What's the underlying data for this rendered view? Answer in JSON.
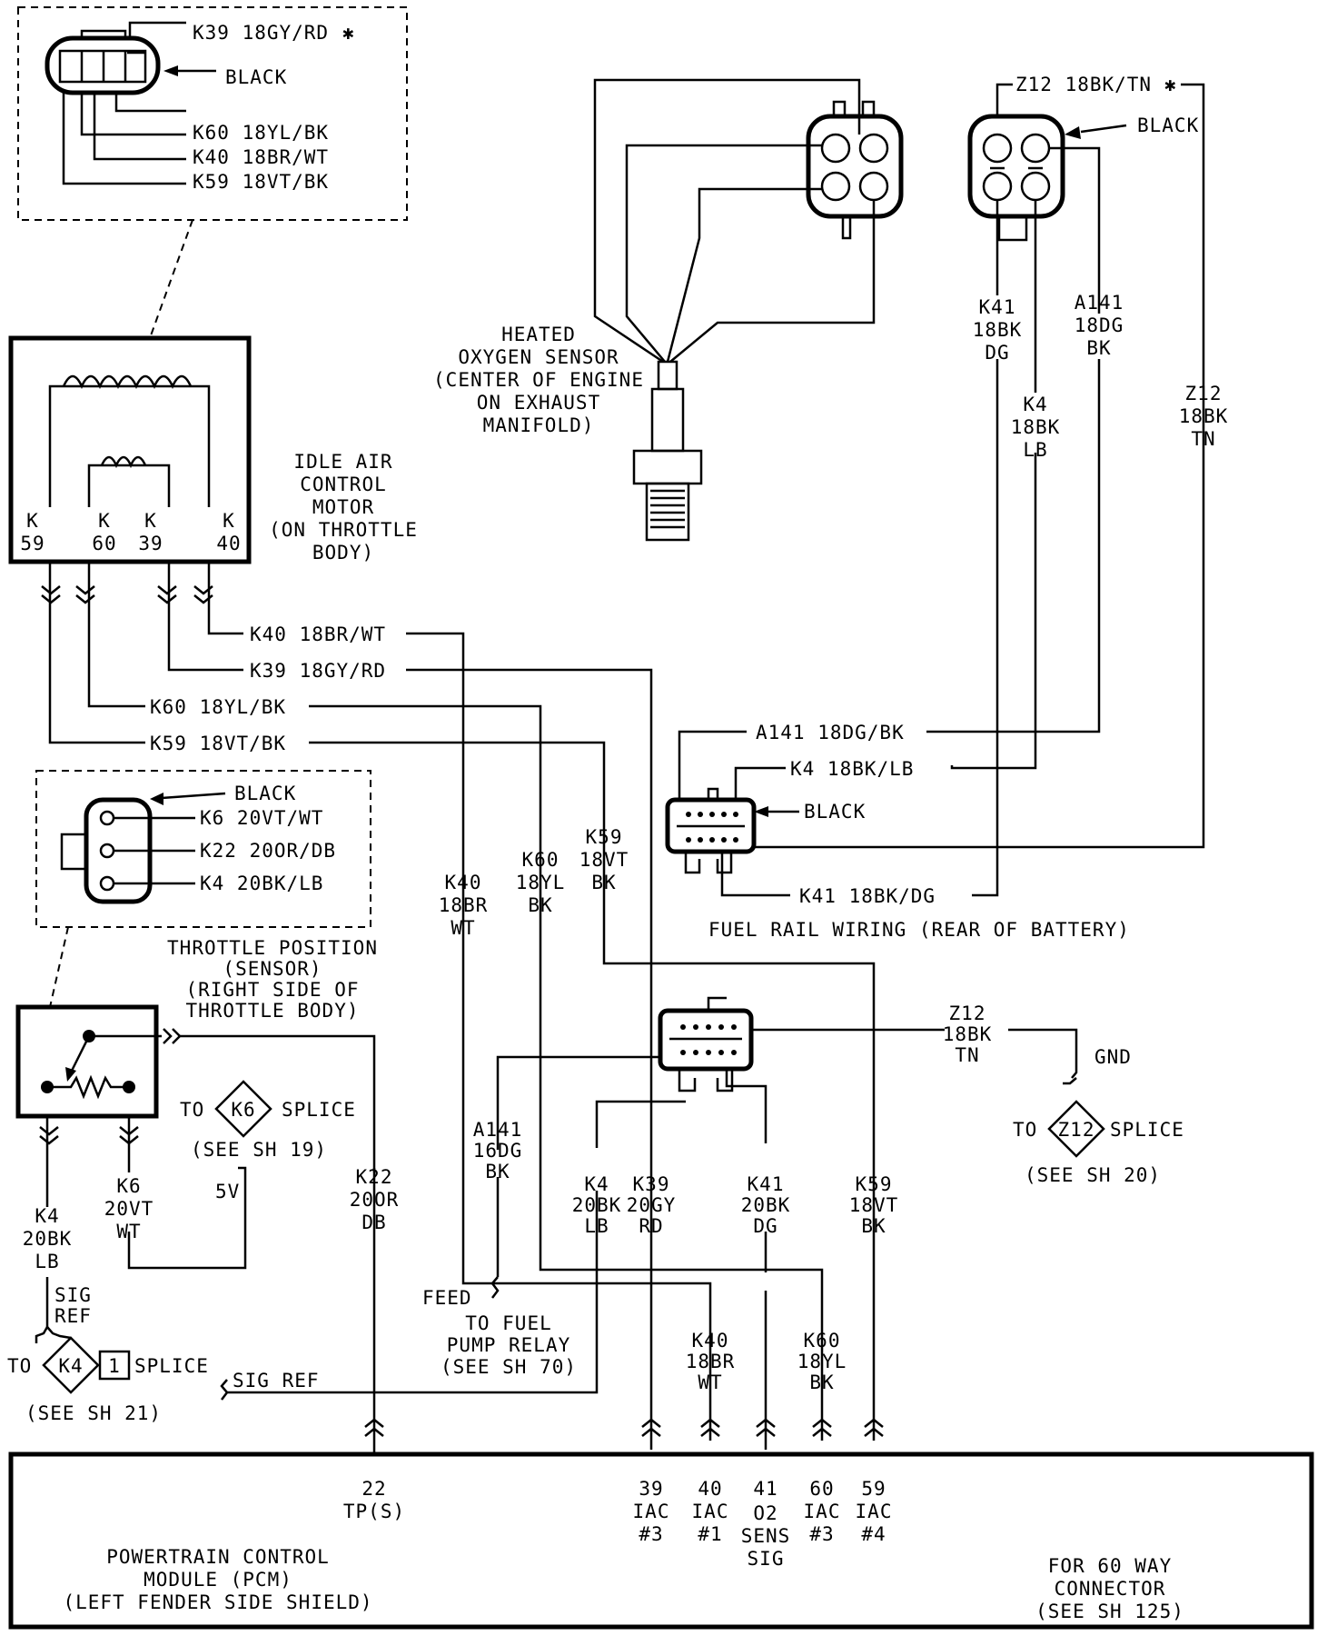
{
  "top_connector": {
    "k39": "K39 18GY/RD",
    "color": "BLACK",
    "k60": "K60 18YL/BK",
    "k40": "K40 18BR/WT",
    "k59": "K59 18VT/BK"
  },
  "iac_motor": {
    "pins": [
      "K",
      "59",
      "K",
      "60",
      "K",
      "39",
      "K",
      "40"
    ],
    "label": [
      "IDLE AIR",
      "CONTROL",
      "MOTOR",
      "(ON THROTTLE",
      "BODY)"
    ]
  },
  "o2_sensor": {
    "label": [
      "HEATED",
      "OXYGEN SENSOR",
      "(CENTER OF ENGINE",
      "ON EXHAUST",
      "MANIFOLD)"
    ]
  },
  "fuel_rail_connector": {
    "z12": "Z12 18BK/TN",
    "color": "BLACK",
    "k41": [
      "K41",
      "18BK",
      "DG"
    ],
    "a141": [
      "A141",
      "18DG",
      "BK"
    ],
    "k4": [
      "K4",
      "18BK",
      "LB"
    ],
    "z12_v": [
      "Z12",
      "18BK",
      "TN"
    ]
  },
  "iac_wires": {
    "k40": "K40 18BR/WT",
    "k39": "K39 18GY/RD",
    "k60": "K60 18YL/BK",
    "k59": "K59 18VT/BK"
  },
  "fuel_rail": {
    "a141": "A141 18DG/BK",
    "k4": "K4 18BK/LB",
    "color": "BLACK",
    "k41": "K41 18BK/DG",
    "caption": "FUEL RAIL WIRING (REAR OF BATTERY)"
  },
  "tps_connector": {
    "color": "BLACK",
    "k6": "K6 20VT/WT",
    "k22": "K22 20OR/DB",
    "k4": "K4 20BK/LB"
  },
  "tps": {
    "label": [
      "THROTTLE POSITION",
      "(SENSOR)",
      "(RIGHT SIDE OF",
      "THROTTLE BODY)"
    ]
  },
  "vertical_labels": {
    "k40": [
      "K40",
      "18BR",
      "WT"
    ],
    "k60": [
      "K60",
      "18YL",
      "BK"
    ],
    "k59": [
      "K59",
      "18VT",
      "BK"
    ]
  },
  "z12_lower": {
    "lines": [
      "Z12",
      "18BK",
      "TN"
    ],
    "gnd": "GND"
  },
  "splice_z12": {
    "to": "TO",
    "tag": "Z12",
    "splice": "SPLICE",
    "see": "(SEE SH 20)"
  },
  "splice_k6": {
    "to": "TO",
    "tag": "K6",
    "splice": "SPLICE",
    "see": "(SEE SH 19)",
    "v": "5V"
  },
  "splice_k4": {
    "to": "TO",
    "tag": "K4",
    "num": "1",
    "splice": "SPLICE",
    "see": "(SEE SH 21)",
    "sig": [
      "SIG",
      "REF"
    ],
    "sigref": "SIG REF"
  },
  "tps_wires": {
    "k4": [
      "K4",
      "20BK",
      "LB"
    ],
    "k6": [
      "K6",
      "20VT",
      "WT"
    ],
    "k22": [
      "K22",
      "20OR",
      "DB"
    ]
  },
  "lower_wires": {
    "a141": [
      "A141",
      "16DG",
      "BK"
    ],
    "k4": [
      "K4",
      "20BK",
      "LB"
    ],
    "k39": [
      "K39",
      "20GY",
      "RD"
    ],
    "k41": [
      "K41",
      "20BK",
      "DG"
    ],
    "k59": [
      "K59",
      "18VT",
      "BK"
    ],
    "k40": [
      "K40",
      "18BR",
      "WT"
    ],
    "k60": [
      "K60",
      "18YL",
      "BK"
    ]
  },
  "fuel_pump": {
    "feed": "FEED",
    "lines": [
      "TO FUEL",
      "PUMP RELAY",
      "(SEE SH 70)"
    ]
  },
  "pcm": {
    "pins": [
      {
        "num": "22",
        "lines": [
          "TP(S)"
        ]
      },
      {
        "num": "39",
        "lines": [
          "IAC",
          "#3"
        ]
      },
      {
        "num": "40",
        "lines": [
          "IAC",
          "#1"
        ]
      },
      {
        "num": "41",
        "lines": [
          "O2",
          "SENS",
          "SIG"
        ]
      },
      {
        "num": "60",
        "lines": [
          "IAC",
          "#3"
        ]
      },
      {
        "num": "59",
        "lines": [
          "IAC",
          "#4"
        ]
      }
    ],
    "name": [
      "POWERTRAIN CONTROL",
      "MODULE (PCM)",
      "(LEFT FENDER SIDE SHIELD)"
    ],
    "note": [
      "FOR 60 WAY",
      "CONNECTOR",
      "(SEE SH 125)"
    ]
  }
}
